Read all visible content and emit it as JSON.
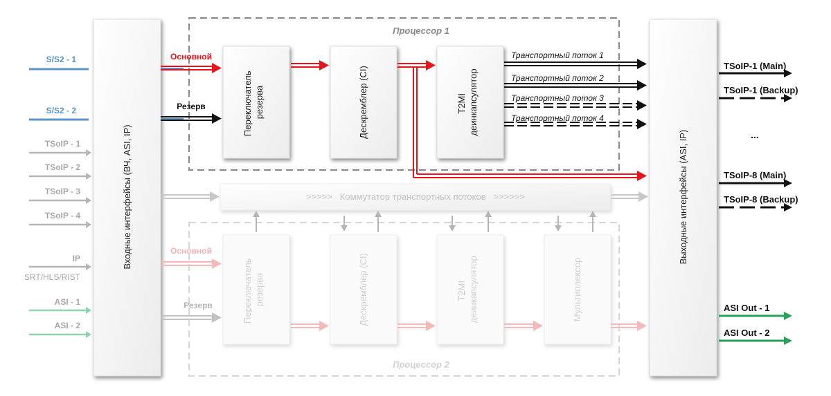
{
  "processor1": {
    "title": "Процессор 1"
  },
  "processor2": {
    "title": "Процессор 2"
  },
  "input_block": {
    "label": "Входные интерфейсы (ВЧ, ASI, IP)"
  },
  "output_block": {
    "label": "Выходные интерфейсы (ASI, IP)"
  },
  "inputs": [
    {
      "label": "S/S2 - 1",
      "color": "#5a93c9"
    },
    {
      "label": "S/S2 - 2",
      "color": "#5a93c9"
    },
    {
      "label": "TSoIP - 1",
      "color": "#a8a8a8"
    },
    {
      "label": "TSoIP - 2",
      "color": "#a8a8a8"
    },
    {
      "label": "TSoIP - 3",
      "color": "#a8a8a8"
    },
    {
      "label": "TSoIP - 4",
      "color": "#a8a8a8"
    },
    {
      "label": "IP",
      "sublabel": "SRT/HLS/RIST",
      "color": "#a8a8a8"
    },
    {
      "label": "ASI - 1",
      "color": "#8fd3ad"
    },
    {
      "label": "ASI - 2",
      "color": "#8fd3ad"
    }
  ],
  "p1": {
    "main_label": "Основной",
    "reserve_label": "Резерв",
    "blocks": [
      {
        "lines": [
          "Переключатель",
          "резерва"
        ]
      },
      {
        "lines": [
          "Дескремблер (CI)"
        ]
      },
      {
        "lines": [
          "T2MI",
          "деинкапсулятор"
        ]
      }
    ],
    "streams": [
      "Транспортный поток 1",
      "Транспортный поток 2",
      "Транспортный поток 3",
      "Транспортный поток 4"
    ]
  },
  "switch_bar": {
    "label": ">>>>>   Коммутатор транспортных потоков   >>>>>>"
  },
  "p2": {
    "main_label": "Основной",
    "reserve_label": "Резерв",
    "blocks": [
      {
        "lines": [
          "Переключатель",
          "резерва"
        ]
      },
      {
        "lines": [
          "Дескремблер (CI)"
        ]
      },
      {
        "lines": [
          "T2MI",
          "деинкапсулятор"
        ]
      },
      {
        "lines": [
          "Мультиплексор"
        ]
      }
    ]
  },
  "outputs": {
    "items": [
      "TSoIP-1 (Main)",
      "TSoIP-1 (Backup)",
      "TSoIP-8 (Main)",
      "TSoIP-8 (Backup)",
      "ASI Out - 1",
      "ASI Out - 2"
    ],
    "ellipsis": "..."
  },
  "colors": {
    "red": "#e8141b",
    "black": "#111111",
    "blue": "#5a93c9",
    "gray": "#a8a8a8",
    "green": "#2aa05a",
    "faint_red": "#f2b3b3",
    "faint_gray": "#c8c8c8"
  }
}
